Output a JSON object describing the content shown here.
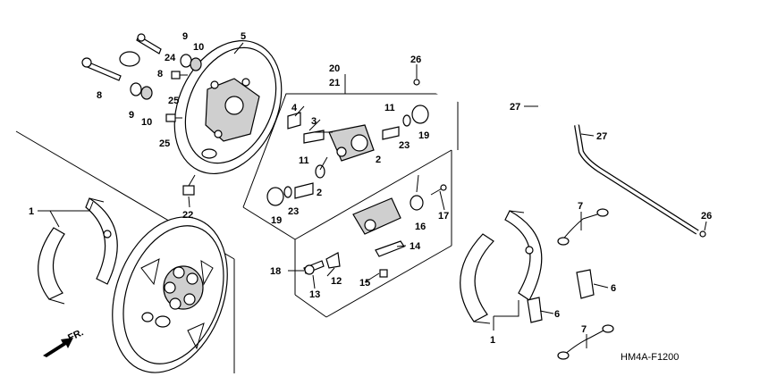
{
  "diagram_code": "HM4A-F1200",
  "direction_label": "FR.",
  "callouts": [
    {
      "id": "c1a",
      "label": "1"
    },
    {
      "id": "c1b",
      "label": "1"
    },
    {
      "id": "c2a",
      "label": "2"
    },
    {
      "id": "c2b",
      "label": "2"
    },
    {
      "id": "c3",
      "label": "3"
    },
    {
      "id": "c4",
      "label": "4"
    },
    {
      "id": "c5",
      "label": "5"
    },
    {
      "id": "c6a",
      "label": "6"
    },
    {
      "id": "c6b",
      "label": "6"
    },
    {
      "id": "c7a",
      "label": "7"
    },
    {
      "id": "c7b",
      "label": "7"
    },
    {
      "id": "c8a",
      "label": "8"
    },
    {
      "id": "c8b",
      "label": "8"
    },
    {
      "id": "c9a",
      "label": "9"
    },
    {
      "id": "c9b",
      "label": "9"
    },
    {
      "id": "c10a",
      "label": "10"
    },
    {
      "id": "c10b",
      "label": "10"
    },
    {
      "id": "c11a",
      "label": "11"
    },
    {
      "id": "c11b",
      "label": "11"
    },
    {
      "id": "c12",
      "label": "12"
    },
    {
      "id": "c13",
      "label": "13"
    },
    {
      "id": "c14",
      "label": "14"
    },
    {
      "id": "c15",
      "label": "15"
    },
    {
      "id": "c16",
      "label": "16"
    },
    {
      "id": "c17",
      "label": "17"
    },
    {
      "id": "c18",
      "label": "18"
    },
    {
      "id": "c19a",
      "label": "19"
    },
    {
      "id": "c19b",
      "label": "19"
    },
    {
      "id": "c20",
      "label": "20"
    },
    {
      "id": "c21",
      "label": "21"
    },
    {
      "id": "c22",
      "label": "22"
    },
    {
      "id": "c23a",
      "label": "23"
    },
    {
      "id": "c23b",
      "label": "23"
    },
    {
      "id": "c24",
      "label": "24"
    },
    {
      "id": "c25a",
      "label": "25"
    },
    {
      "id": "c25b",
      "label": "25"
    },
    {
      "id": "c26a",
      "label": "26"
    },
    {
      "id": "c26b",
      "label": "26"
    },
    {
      "id": "c27a",
      "label": "27"
    },
    {
      "id": "c27b",
      "label": "27"
    }
  ]
}
